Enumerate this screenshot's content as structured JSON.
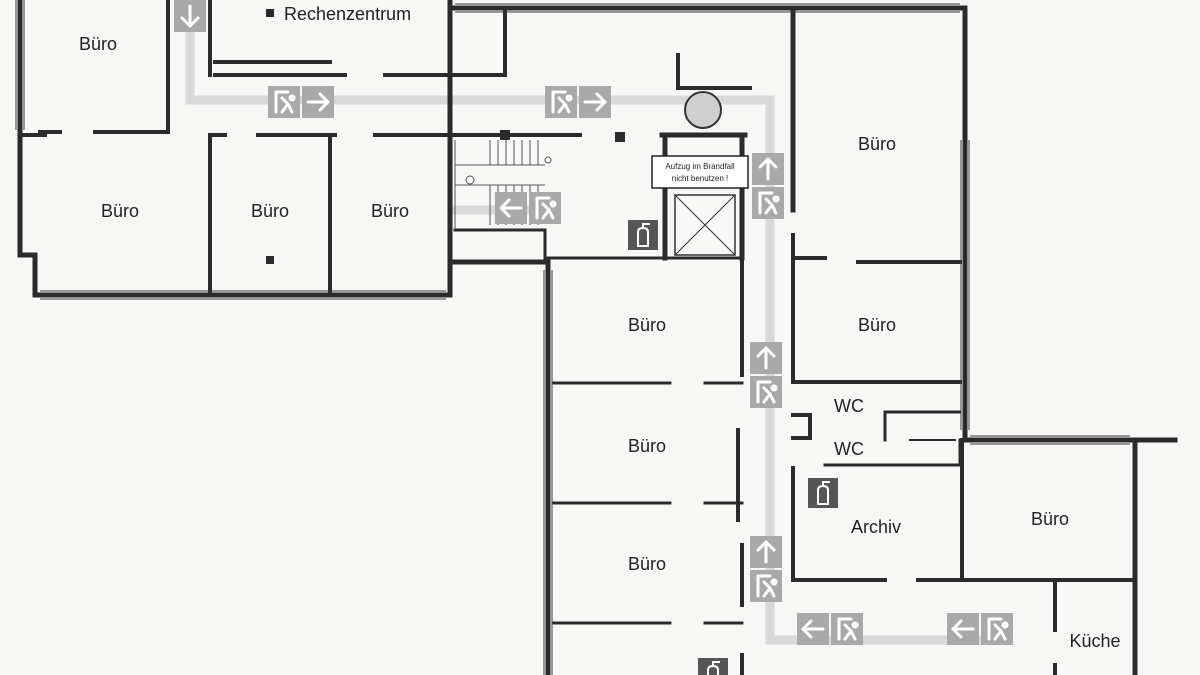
{
  "floorplan": {
    "rooms": {
      "rechenzentrum": "Rechenzentrum",
      "buero_top_left": "Büro",
      "buero_left_1": "Büro",
      "buero_left_2": "Büro",
      "buero_left_3": "Büro",
      "buero_right_top": "Büro",
      "buero_right_mid": "Büro",
      "buero_center_1": "Büro",
      "buero_center_2": "Büro",
      "buero_center_3": "Büro",
      "buero_bottom_right": "Büro",
      "wc_1": "WC",
      "wc_2": "WC",
      "archiv": "Archiv",
      "kueche": "Küche"
    },
    "elevator_notice": {
      "line1": "Aufzug im Brandfall",
      "line2": "nicht benutzen !"
    },
    "icons": {
      "exit_sign": "emergency-exit-sign-icon",
      "fire_extinguisher": "fire-extinguisher-icon",
      "elevator": "elevator-shaft-icon",
      "staircase": "staircase-icon",
      "column": "round-column-icon"
    },
    "colors": {
      "walls": "#2b2b2b",
      "signs": "#a9a9a9",
      "escape_route": "#d9d9d9",
      "background": "#f7f7f6"
    }
  }
}
